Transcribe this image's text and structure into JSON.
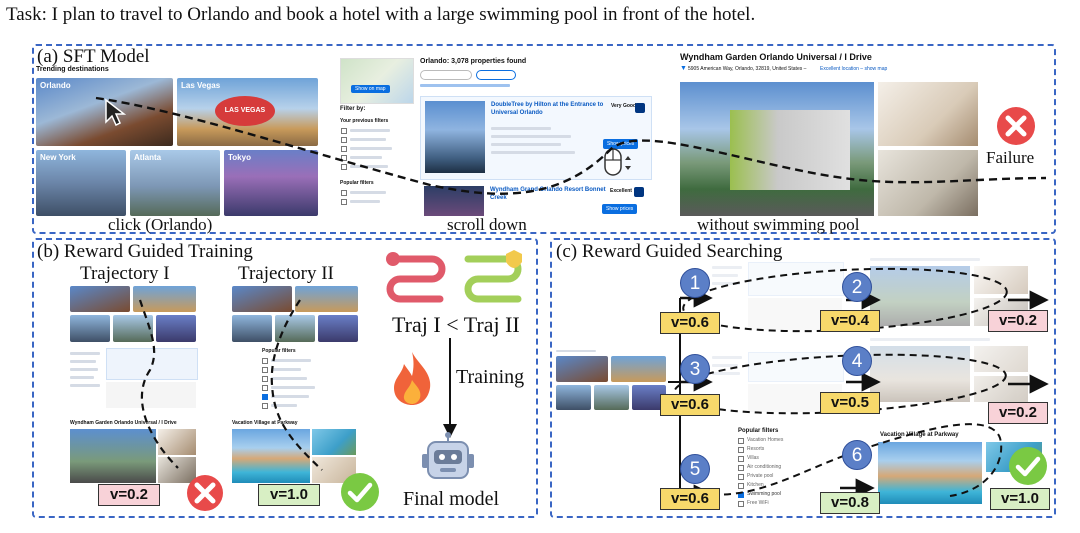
{
  "task": "Task: I plan to travel to Orlando and book a hotel with a large swimming pool in front of the hotel.",
  "panel_a": {
    "title": "(a) SFT Model",
    "screen1": {
      "header": "Trending destinations",
      "tiles": [
        "Orlando",
        "Las Vegas",
        "New York",
        "Atlanta",
        "Tokyo"
      ],
      "caption": "click (Orlando)"
    },
    "screen2": {
      "header": "Orlando: 3,078 properties found",
      "filter_by": "Filter by:",
      "previous_filters": "Your previous filters",
      "popular_filters": "Popular filters",
      "hotel1": "DoubleTree by Hilton at the Entrance to Universal Orlando",
      "hotel1_score": "Very Good",
      "hotel2": "Wyndham Grand Orlando Resort Bonnet Creek",
      "hotel2_score": "Excellent",
      "button": "Show prices",
      "map_button": "Show on map",
      "caption": "scroll down"
    },
    "screen3": {
      "title": "Wyndham Garden Orlando Universal / I Drive",
      "address": "5905 American Way, Orlando, 32819, United States –",
      "location_note": "Excellent location – show map",
      "caption": "without swimming pool"
    },
    "failure": "Failure"
  },
  "panel_b": {
    "title": "(b) Reward Guided Training",
    "traj1_label": "Trajectory I",
    "traj2_label": "Trajectory II",
    "traj1_hotel": "Wyndham Garden Orlando Universal / I Drive",
    "traj2_hotel": "Vacation Village at Parkway",
    "popular_filters": "Popular filters",
    "compare": "Traj I < Traj II",
    "training": "Training",
    "final": "Final model",
    "v_traj1": "v=0.2",
    "v_traj2": "v=1.0"
  },
  "panel_c": {
    "title": "(c) Reward Guided Searching",
    "steps": [
      "1",
      "2",
      "3",
      "4",
      "5",
      "6"
    ],
    "values": [
      "v=0.6",
      "v=0.4",
      "v=0.2",
      "v=0.6",
      "v=0.5",
      "v=0.2",
      "v=0.6",
      "v=0.8",
      "v=1.0"
    ],
    "popular_filters": "Popular filters",
    "filter_items": [
      "Vacation Homes",
      "Resorts",
      "Villas",
      "Air conditioning",
      "Private pool",
      "Kitchen",
      "Swimming pool",
      "Free WiFi"
    ],
    "hotel6": "Vacation Village at Parkway"
  },
  "colors": {
    "panel_border": "#3a66c4",
    "value_yellow": "#f7d96b",
    "value_pink": "#f8d2d8",
    "value_green": "#d8efc4",
    "step_circle": "#5b7fc7",
    "failure_red": "#e84a4a",
    "success_green": "#7ac943"
  }
}
